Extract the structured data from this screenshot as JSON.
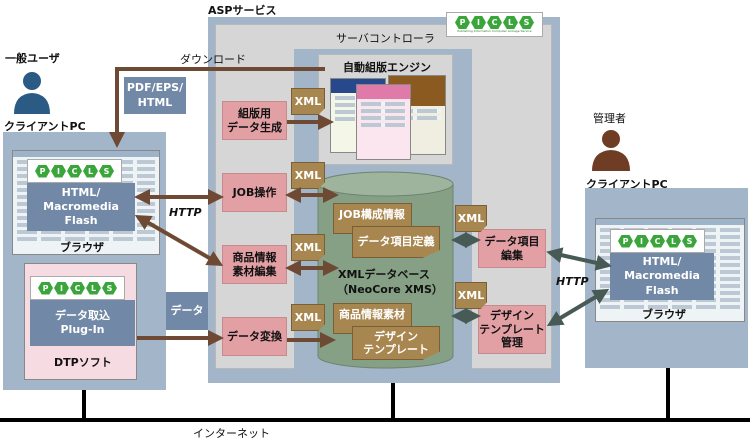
{
  "asp": {
    "title": "ASPサービス",
    "server_controller": "サーバコントローラ",
    "engine": "自動組版エンジン",
    "left_boxes": [
      "組版用\nデータ生成",
      "JOB操作",
      "商品情報\n素材編集",
      "データ変換"
    ],
    "right_boxes": [
      "データ項目\n編集",
      "デザイン\nテンプレート\n管理"
    ],
    "xml_label": "XML",
    "db": {
      "line1": "XMLデータベース",
      "line2": "（NeoCore XMS）",
      "notes": [
        "JOB構成情報",
        "データ項目定義",
        "商品情報素材",
        "デザイン\nテンプレート"
      ]
    }
  },
  "logo": {
    "letters": [
      "P",
      "I",
      "C",
      "L",
      "S"
    ],
    "subtitle": "Publishing Information Computer Linkage Service"
  },
  "user": {
    "role": "一般ユーザ",
    "pc": "クライアントPC",
    "browser_overlay": "HTML/\nMacromedia\nFlash",
    "browser": "ブラウザ",
    "plugin": "データ取込\nPlug-In",
    "dtp": "DTPソフト"
  },
  "admin": {
    "role": "管理者",
    "pc": "クライアントPC",
    "browser_overlay": "HTML/\nMacromedia\nFlash",
    "browser": "ブラウザ"
  },
  "flows": {
    "download": "ダウンロード",
    "formats": "PDF/EPS/\nHTML",
    "data": "データ",
    "http_left": "HTTP",
    "http_right": "HTTP"
  },
  "network": "インターネット",
  "colors": {
    "brown_arrow": "#6e4a35",
    "dark_arrow": "#485a55",
    "pink": "#e2a0a5",
    "slate": "#7189a6",
    "cylinder": "#86a085",
    "user_icon": "#2b5a85",
    "admin_icon": "#6e3d24"
  }
}
